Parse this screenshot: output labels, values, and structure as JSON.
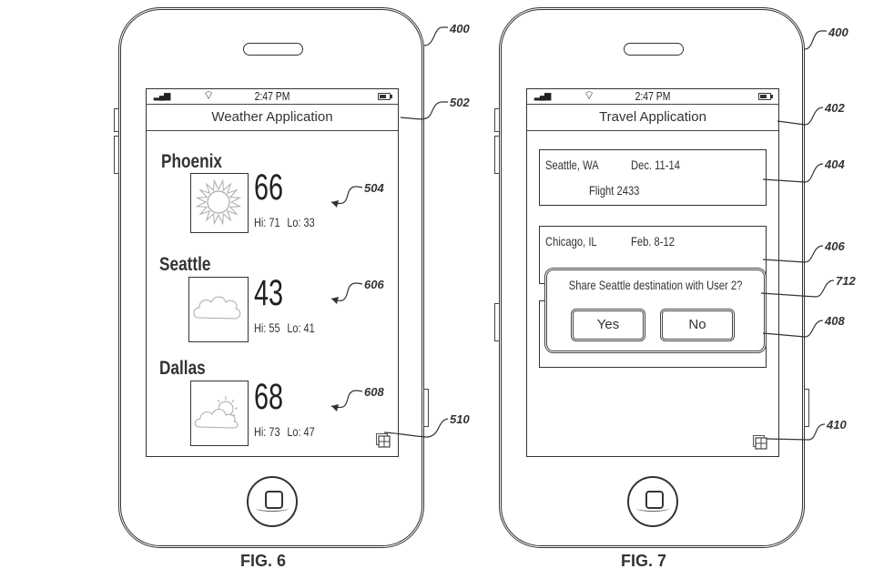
{
  "figures": [
    {
      "label": "FIG. 6",
      "status_bar": {
        "time": "2:47 PM",
        "signal_icon": "signal-bars-icon",
        "wifi_icon": "wifi-icon",
        "battery_icon": "battery-icon"
      },
      "app_title": "Weather Application",
      "cities": [
        {
          "name": "Phoenix",
          "temp": "66",
          "hi": "Hi: 71",
          "lo": "Lo: 33",
          "icon": "sun-icon",
          "ref": "504"
        },
        {
          "name": "Seattle",
          "temp": "43",
          "hi": "Hi: 55",
          "lo": "Lo: 41",
          "icon": "cloud-icon",
          "ref": "606"
        },
        {
          "name": "Dallas",
          "temp": "68",
          "hi": "Hi: 73",
          "lo": "Lo: 47",
          "icon": "partly-cloudy-icon",
          "ref": "608"
        }
      ],
      "refs": {
        "device": "400",
        "title": "502",
        "grid_icon": "510"
      }
    },
    {
      "label": "FIG. 7",
      "status_bar": {
        "time": "2:47 PM",
        "signal_icon": "signal-bars-icon",
        "wifi_icon": "wifi-icon",
        "battery_icon": "battery-icon"
      },
      "app_title": "Travel Application",
      "trips": [
        {
          "destination": "Seattle, WA",
          "dates": "Dec. 11-14",
          "flight": "Flight 2433",
          "ref": "404"
        },
        {
          "destination": "Chicago, IL",
          "dates": "Feb. 8-12",
          "flight": "",
          "ref": "406"
        }
      ],
      "dialog": {
        "message": "Share Seattle destination with User 2?",
        "yes_label": "Yes",
        "no_label": "No",
        "ref": "712"
      },
      "refs": {
        "device": "400",
        "title": "402",
        "hidden_card": "408",
        "grid_icon": "410"
      }
    }
  ]
}
